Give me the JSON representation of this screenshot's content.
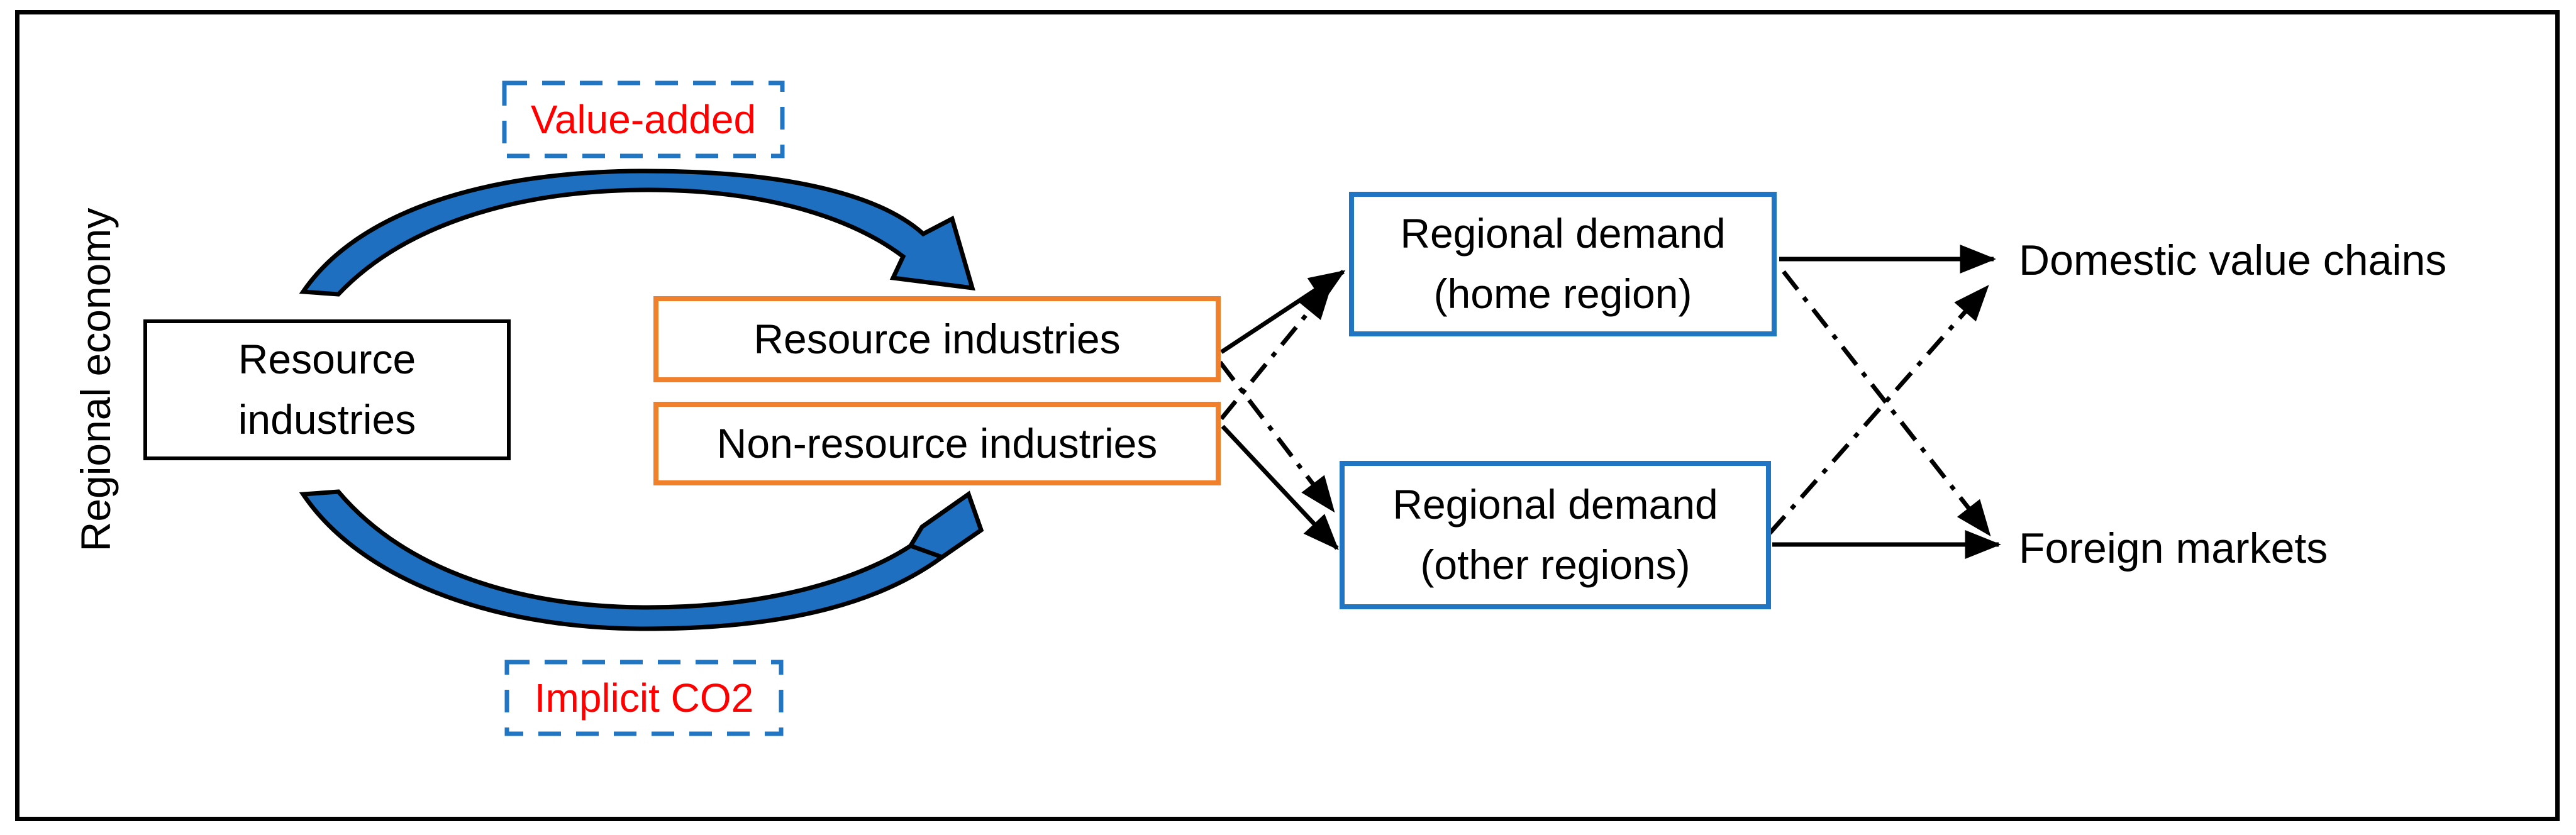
{
  "figure": {
    "region_label": "Regional economy",
    "source_box_label": "Resource industries",
    "value_added_tag": "Value-added",
    "implicit_co2_tag": "Implicit CO2",
    "industry_boxes": [
      {
        "label": "Resource industries"
      },
      {
        "label": "Non-resource industries"
      }
    ],
    "demand_boxes": [
      {
        "label": "Regional demand\n(home region)"
      },
      {
        "label": "Regional demand\n(other regions)"
      }
    ],
    "destinations": [
      {
        "label": "Domestic value chains"
      },
      {
        "label": "Foreign markets"
      }
    ]
  },
  "colors": {
    "accent_blue": "#2176C4",
    "arrow_blue": "#1E6FBF",
    "box_orange": "#F0802C",
    "label_red": "#FF0000",
    "ink": "#000000"
  },
  "legend": {
    "solid_line_meaning": "solid arrow",
    "dash_dot_line_meaning": "dash-dot arrow"
  }
}
